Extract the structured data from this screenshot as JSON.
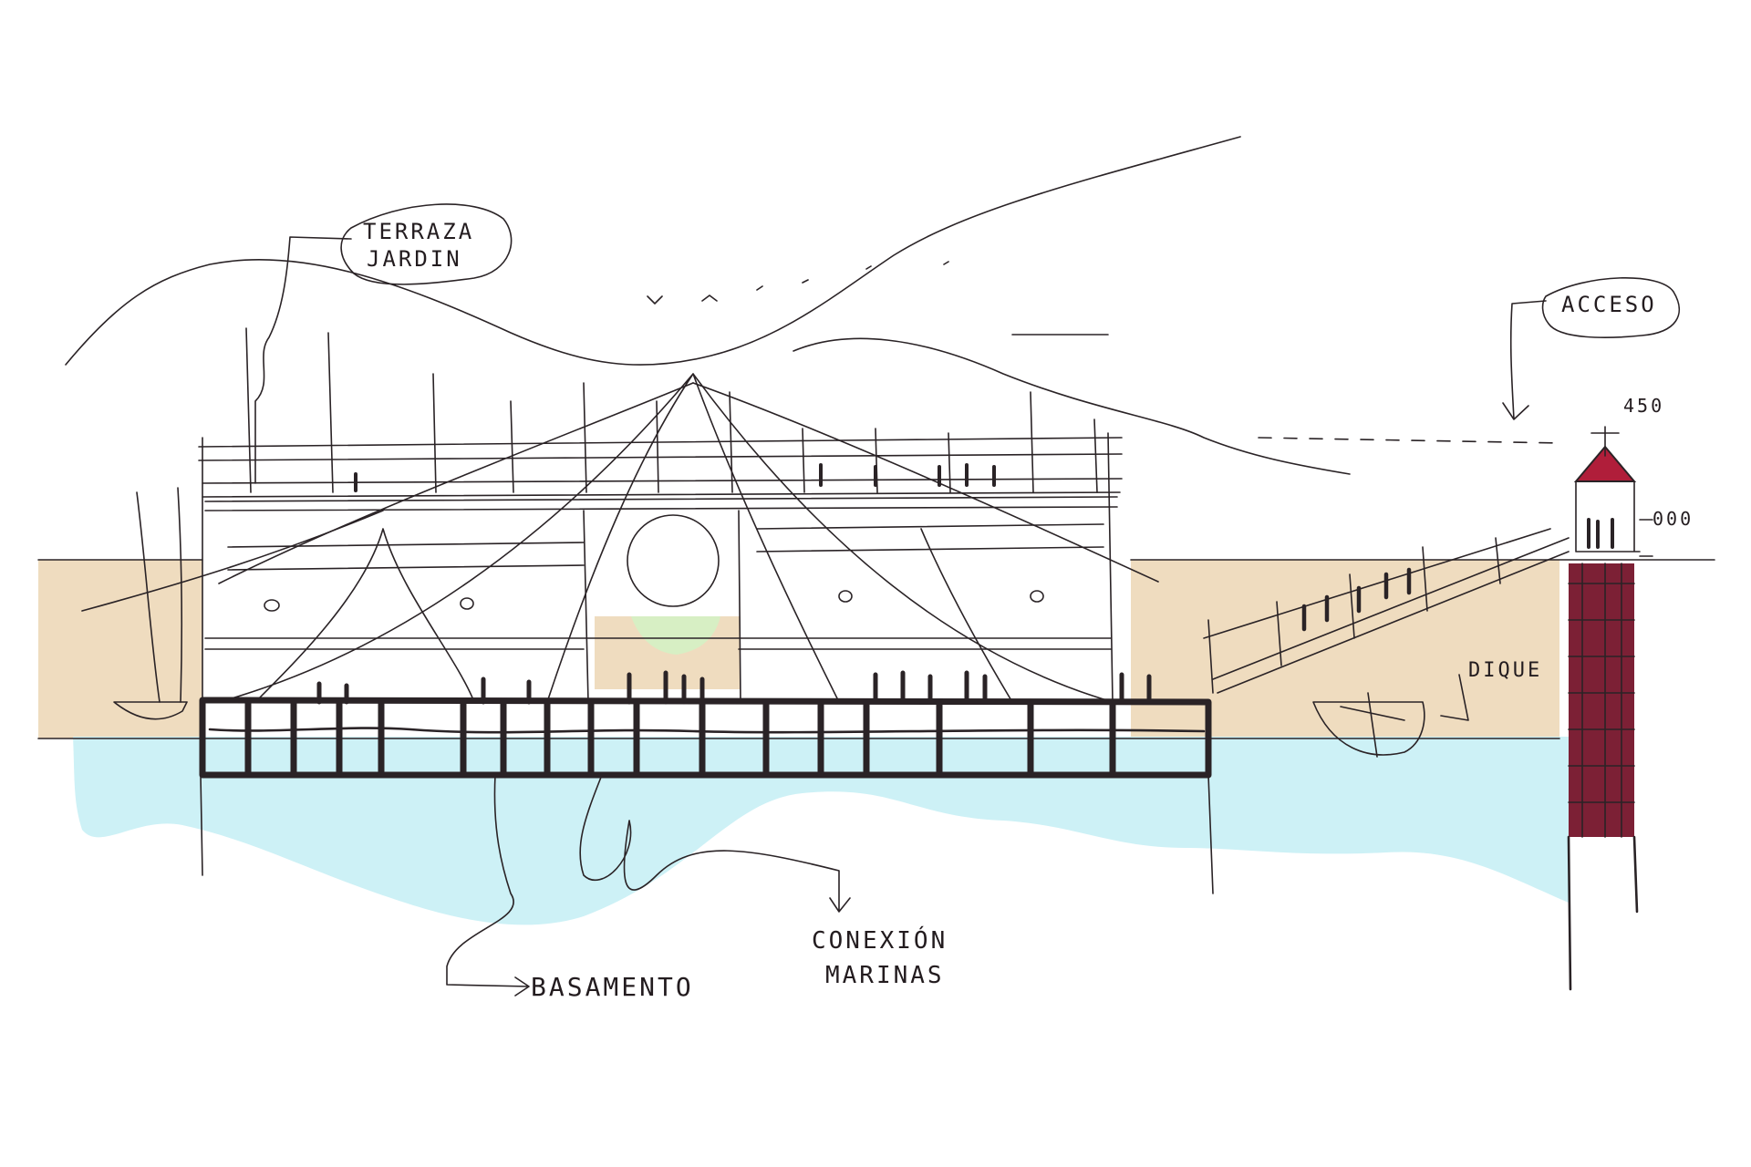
{
  "labels": {
    "terraza_line1": "TERRAZA",
    "terraza_line2": "JARDIN",
    "acceso": "ACCESO",
    "elev_450": "450",
    "elev_000": "000",
    "dique": "DIQUE",
    "basamento": "BASAMENTO",
    "conexion_line1": "CONEXIÓN",
    "conexion_line2": "MARINAS"
  },
  "colors": {
    "sand": "#efdcbf",
    "water": "#cdf1f6",
    "garden": "#d7efc4",
    "roof": "#b01e3a",
    "wall": "#7c2035",
    "ink": "#2a2326"
  }
}
